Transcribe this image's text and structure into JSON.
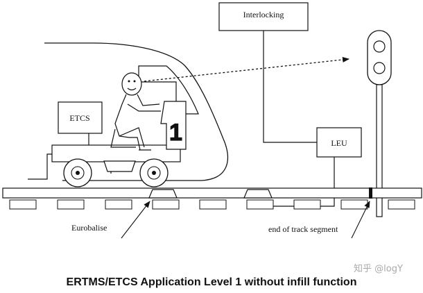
{
  "diagram": {
    "labels": {
      "interlocking": "Interlocking",
      "etcs": "ETCS",
      "leu": "LEU",
      "eurobalise": "Eurobalise",
      "end_of_track_segment": "end of track segment"
    },
    "cab_number": "1",
    "watermark": "知乎 @logY",
    "caption": "ERTMS/ETCS Application Level 1 without infill function"
  }
}
